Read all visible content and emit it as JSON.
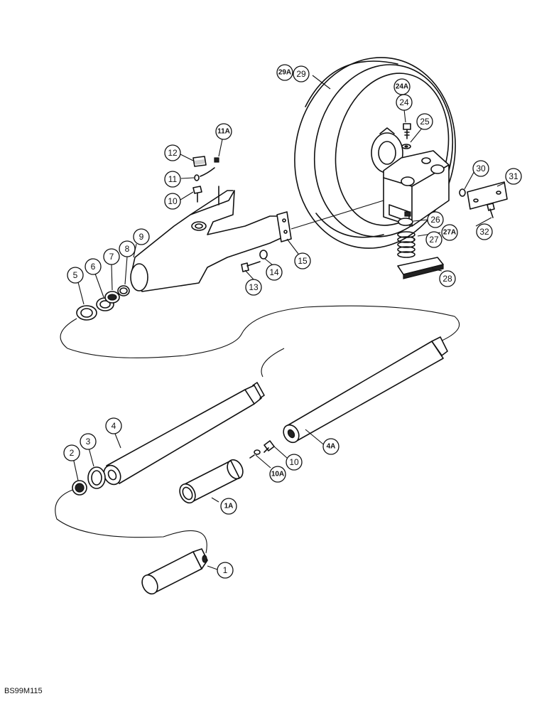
{
  "figure_code": "BS99M115",
  "callouts": [
    {
      "id": "29A"
    },
    {
      "id": "29"
    },
    {
      "id": "24A"
    },
    {
      "id": "24"
    },
    {
      "id": "25"
    },
    {
      "id": "11A"
    },
    {
      "id": "12"
    },
    {
      "id": "11"
    },
    {
      "id": "10"
    },
    {
      "id": "31"
    },
    {
      "id": "30"
    },
    {
      "id": "26"
    },
    {
      "id": "27A"
    },
    {
      "id": "27"
    },
    {
      "id": "32"
    },
    {
      "id": "9"
    },
    {
      "id": "8"
    },
    {
      "id": "7"
    },
    {
      "id": "6"
    },
    {
      "id": "5"
    },
    {
      "id": "15"
    },
    {
      "id": "14"
    },
    {
      "id": "13"
    },
    {
      "id": "28"
    },
    {
      "id": "4"
    },
    {
      "id": "4A"
    },
    {
      "id": "10"
    },
    {
      "id": "10A"
    },
    {
      "id": "3"
    },
    {
      "id": "2"
    },
    {
      "id": "1A"
    },
    {
      "id": "1"
    }
  ]
}
